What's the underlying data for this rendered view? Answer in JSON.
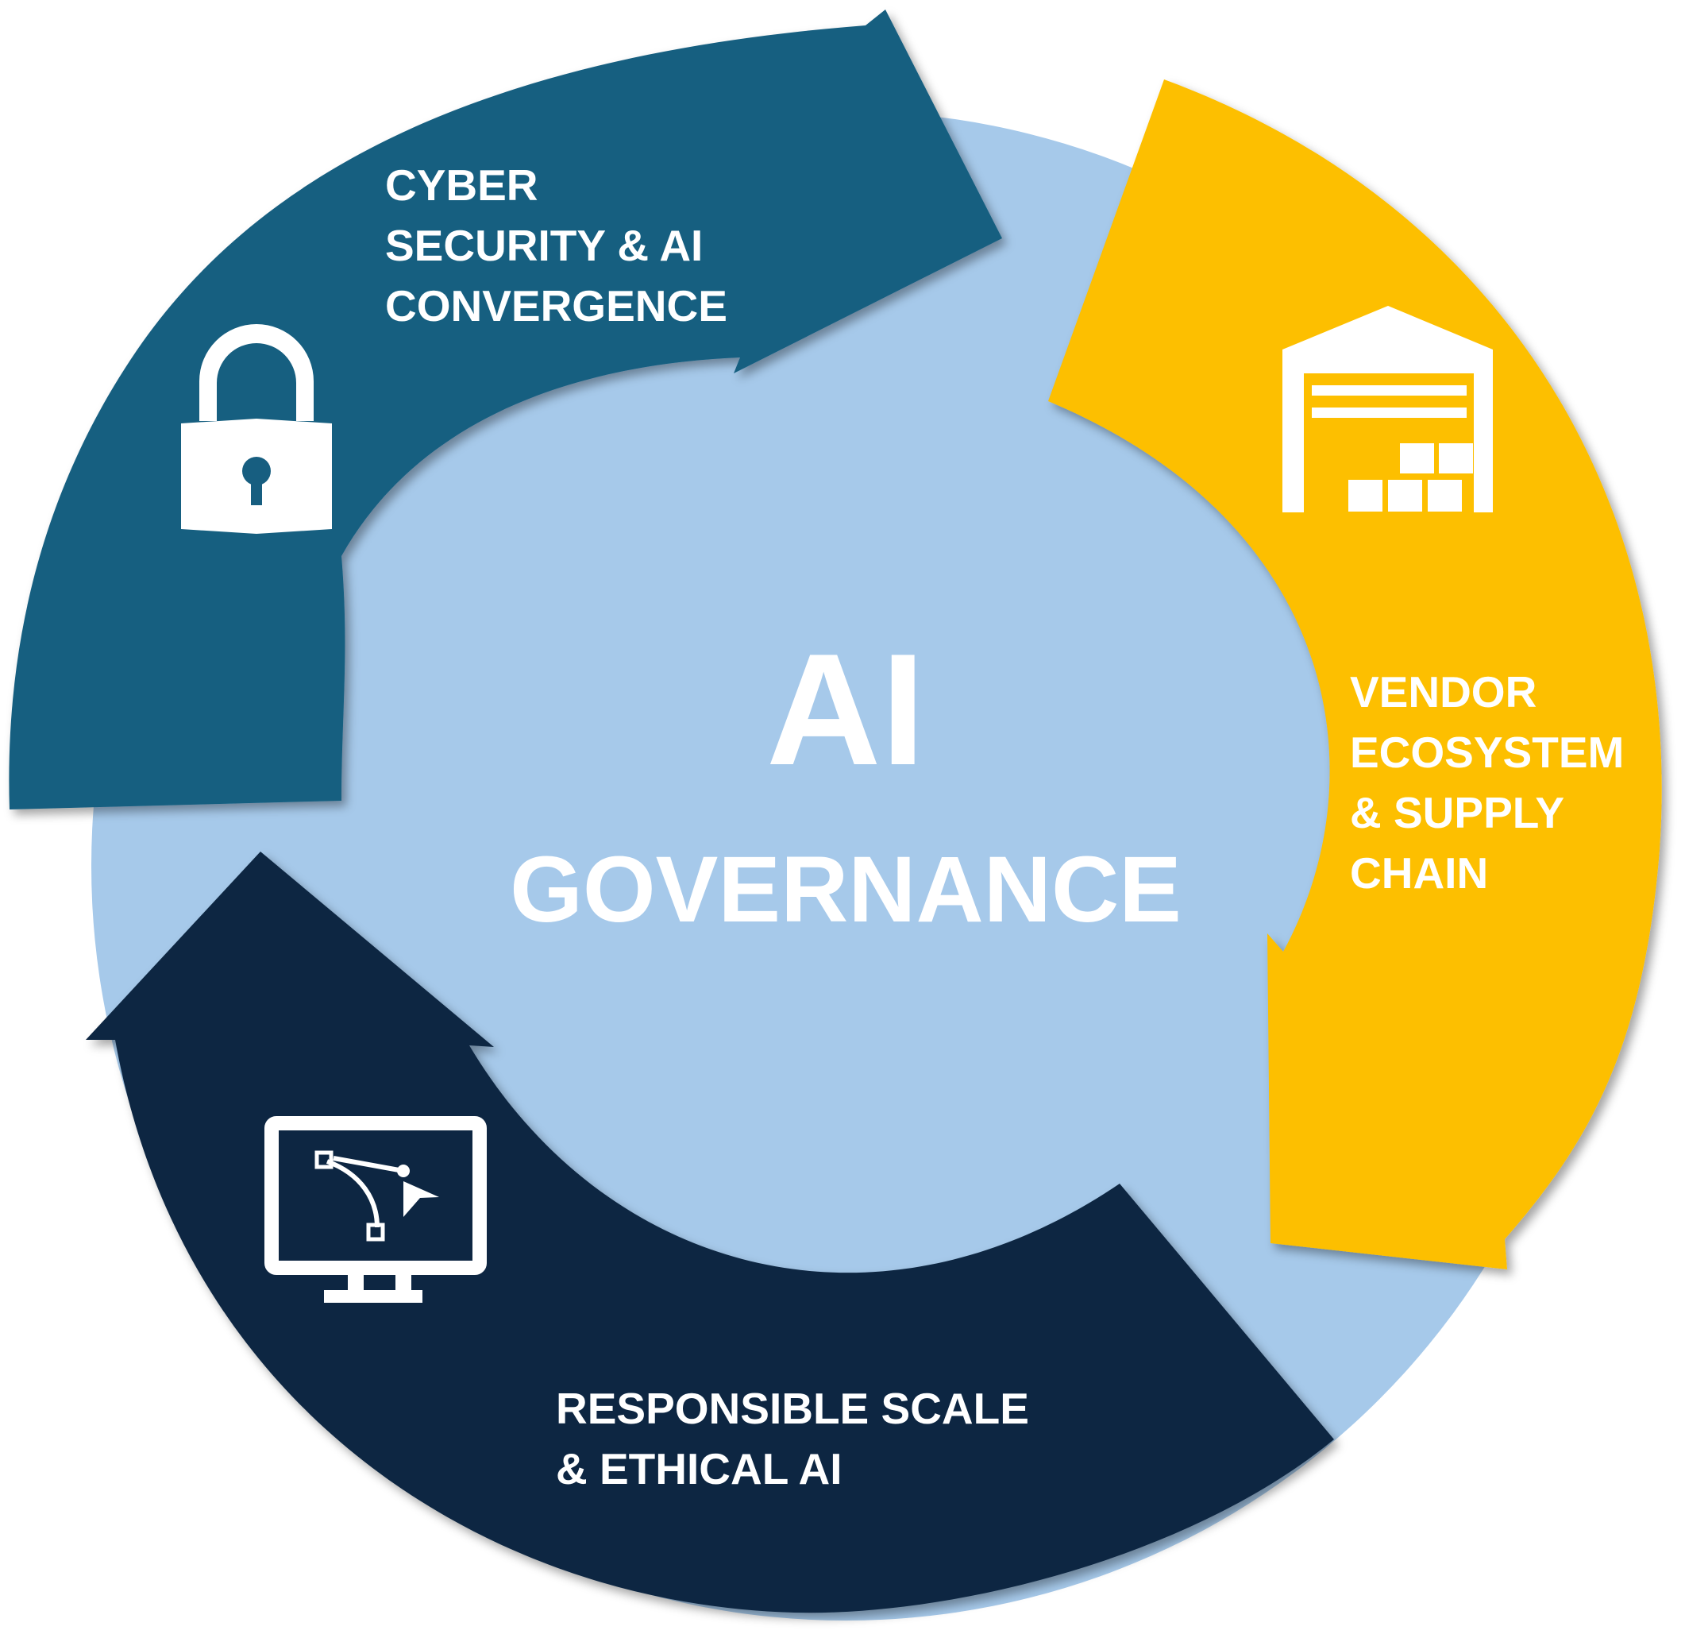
{
  "center": {
    "title": "AI",
    "subtitle": "GOVERNANCE"
  },
  "segments": [
    {
      "id": "cyber",
      "lines": [
        "CYBER",
        "SECURITY & AI",
        "CONVERGENCE"
      ],
      "icon": "padlock-icon",
      "color": "#175e80"
    },
    {
      "id": "vendor",
      "lines": [
        "VENDOR",
        "ECOSYSTEM",
        "& SUPPLY",
        "CHAIN"
      ],
      "icon": "warehouse-icon",
      "color": "#fdbf00"
    },
    {
      "id": "responsible",
      "lines": [
        "RESPONSIBLE SCALE",
        "& ETHICAL AI"
      ],
      "icon": "monitor-design-icon",
      "color": "#112842"
    }
  ],
  "colors": {
    "center_fill": "#a6c9ea",
    "icon_fill": "#ffffff",
    "text": "#ffffff"
  }
}
